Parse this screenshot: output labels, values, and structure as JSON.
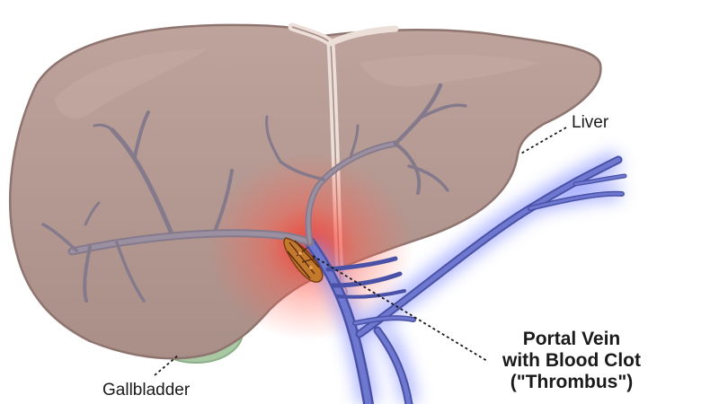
{
  "labels": {
    "liver": "Liver",
    "gallbladder": "Gallbladder",
    "portal_vein": [
      "Portal Vein",
      "with Blood Clot",
      "(\"Thrombus\")"
    ]
  },
  "colors": {
    "liver": "#b59a93",
    "liver_outline": "#8f7570",
    "vessel_gray": "#857a8c",
    "portal_vein": "#5f68bf",
    "vein_glow": "#8c96ff",
    "inflammation": "#ff3b30",
    "gallbladder": "#a8c9a3",
    "clot": "#c47a2c",
    "ligament": "#e8ddd8"
  }
}
